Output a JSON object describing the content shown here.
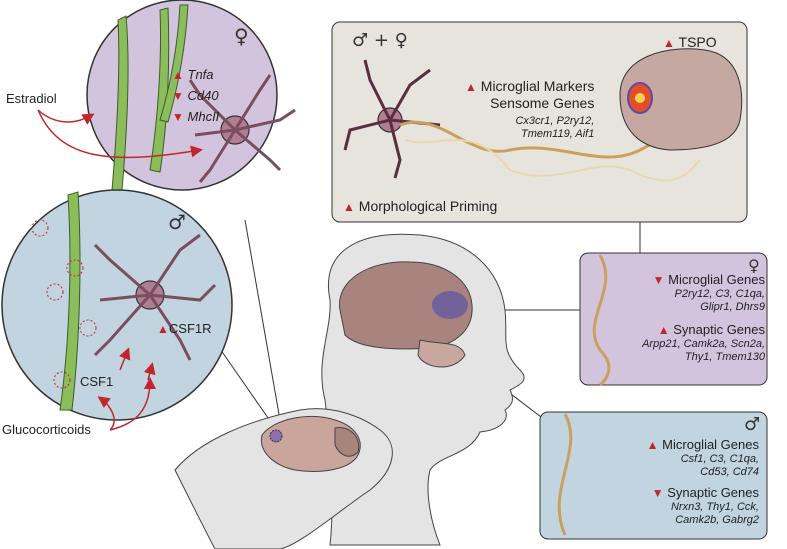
{
  "symbols": {
    "female": "♀",
    "male": "♂",
    "both": "♂ + ♀"
  },
  "left": {
    "estradiol": "Estradiol",
    "glucocorticoids": "Glucocorticoids",
    "csf1": "CSF1",
    "csf1r": "CSF1R",
    "female_genes": [
      {
        "dir": "up",
        "name": "Tnfa"
      },
      {
        "dir": "down",
        "name": "Cd40"
      },
      {
        "dir": "down",
        "name": "MhcII"
      }
    ]
  },
  "top_panel": {
    "tspo": "TSPO",
    "markers_line1": "Microglial Markers",
    "markers_line2": "Sensome Genes",
    "genes_line1": "Cx3cr1, P2ry12,",
    "genes_line2": "Tmem119, Aif1",
    "priming": "Morphological Priming"
  },
  "female_panel": {
    "microglial_title": "Microglial Genes",
    "microglial_genes": [
      "P2ry12, C3, C1qa,",
      "Glipr1, Dhrs9"
    ],
    "synaptic_title": "Synaptic Genes",
    "synaptic_genes": [
      "Arpp21, Camk2a, Scn2a,",
      "Thy1, Tmem130"
    ]
  },
  "male_panel": {
    "microglial_title": "Microglial Genes",
    "microglial_genes": [
      "Csf1, C3, C1qa,",
      "Cd53, Cd74"
    ],
    "synaptic_title": "Synaptic Genes",
    "synaptic_genes": [
      "Nrxn3, Thy1, Cck,",
      "Camk2b, Gabrg2"
    ]
  },
  "colors": {
    "female_bg": "#d3c4dd",
    "male_bg": "#c2d4e0",
    "top_bg": "#e7e3dd",
    "arrow_red": "#c0272d",
    "dendrite_green": "#8bbd5c",
    "microglia": "#b07e90"
  }
}
